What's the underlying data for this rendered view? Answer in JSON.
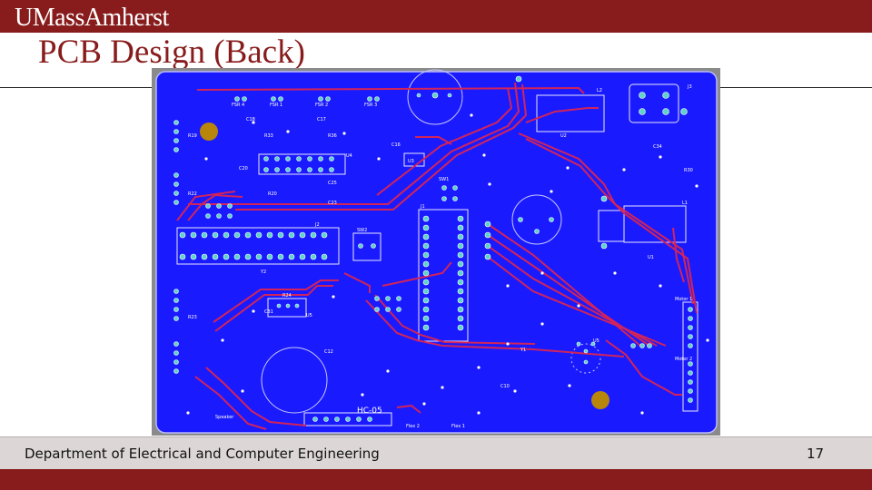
{
  "header": {
    "logo_text": "UMassAmherst",
    "brand_color": "#881c1c"
  },
  "slide": {
    "title": "PCB Design (Back)",
    "page_number": "17"
  },
  "footer": {
    "department": "Department of Electrical and Computer Engineering"
  },
  "pcb": {
    "board_color": "#1a1aff",
    "trace_color": "#d1245a",
    "labels": {
      "u1": "U1",
      "u2": "U2",
      "u3": "U3",
      "u4": "U4",
      "u5": "U5",
      "j1": "J1",
      "j2": "J2",
      "j3": "J3",
      "l1": "L1",
      "l2": "L2",
      "sw1": "SW1",
      "sw2": "SW2",
      "y1": "Y1",
      "y2": "Y2",
      "c10": "C10",
      "c12": "C12",
      "c16": "C16",
      "c17": "C17",
      "c18": "C18",
      "c20": "C20",
      "c23": "C23",
      "c25": "C25",
      "c31": "C31",
      "c34": "C34",
      "r19": "R19",
      "r20": "R20",
      "r22": "R22",
      "r23": "R23",
      "r24": "R24",
      "r30": "R30",
      "r33": "R33",
      "r36": "R36",
      "fsr1": "FSR 1",
      "fsr2": "FSR 2",
      "fsr3": "FSR 3",
      "fsr4": "FSR 4",
      "hc05": "HC-05",
      "motor1": "Motor 1",
      "motor2": "Motor 2",
      "speaker": "Speaker",
      "flex1": "Flex 1",
      "flex2": "Flex 2"
    }
  }
}
